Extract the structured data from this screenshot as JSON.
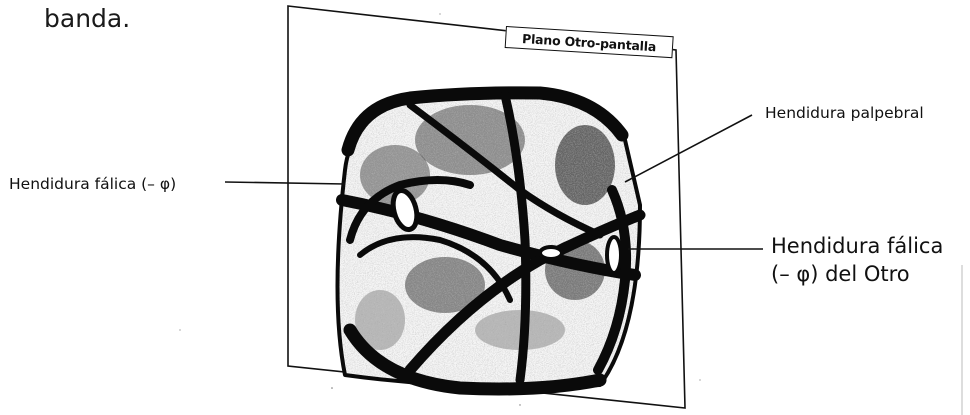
{
  "paragraph_fragment": "banda.",
  "diagram": {
    "plane_label": "Plano Otro-pantalla",
    "labels": {
      "phallic_slit": "Hendidura fálica (– φ)",
      "palpebral_slit": "Hendidura palpebral",
      "phallic_slit_other_line1": "Hendidura fálica",
      "phallic_slit_other_line2": "(– φ) del Otro"
    }
  }
}
